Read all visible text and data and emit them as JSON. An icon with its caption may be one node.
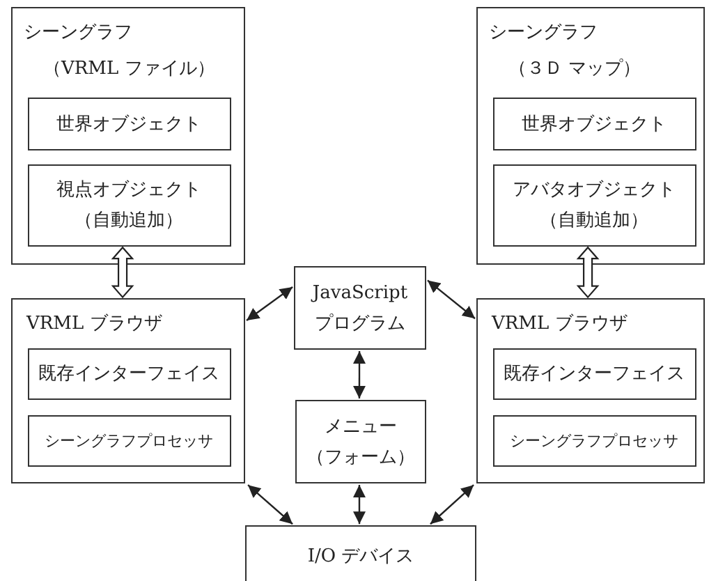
{
  "diagram": {
    "nodes": [
      {
        "text": [
          "シーングラフ",
          "（VRML ファイル）"
        ]
      },
      {
        "text": [
          "世界オブジェクト"
        ],
        "in": 0
      },
      {
        "text": [
          "視点オブジェクト",
          "（自動追加）"
        ],
        "in": 0
      },
      {
        "text": [
          "シーングラフ",
          "（３Ｄ マップ）"
        ]
      },
      {
        "text": [
          "世界オブジェクト"
        ],
        "in": 3
      },
      {
        "text": [
          "アバタオブジェクト",
          "（自動追加）"
        ],
        "in": 3
      },
      {
        "text": [
          "VRML ブラウザ"
        ]
      },
      {
        "text": [
          "既存インターフェイス"
        ],
        "in": 6
      },
      {
        "text": [
          "シーングラフプロセッサ"
        ],
        "in": 6
      },
      {
        "text": [
          "JavaScript",
          "プログラム"
        ]
      },
      {
        "text": [
          "VRML ブラウザ"
        ]
      },
      {
        "text": [
          "既存インターフェイス"
        ],
        "in": 10
      },
      {
        "text": [
          "シーングラフプロセッサ"
        ],
        "in": 10
      },
      {
        "text": [
          "メニュー",
          "（フォーム）"
        ]
      },
      {
        "text": [
          "I/O デバイス"
        ]
      }
    ],
    "edges": [
      {
        "from": 2,
        "to": 6,
        "arrow": "both",
        "style": "thick"
      },
      {
        "from": 5,
        "to": 10,
        "arrow": "both",
        "style": "thick"
      },
      {
        "from": 6,
        "to": 9,
        "arrow": "both"
      },
      {
        "from": 9,
        "to": 10,
        "arrow": "both"
      },
      {
        "from": 9,
        "to": 13,
        "arrow": "both"
      },
      {
        "from": 6,
        "to": 14,
        "arrow": "both"
      },
      {
        "from": 13,
        "to": 14,
        "arrow": "both"
      },
      {
        "from": 10,
        "to": 14,
        "arrow": "both"
      }
    ]
  }
}
